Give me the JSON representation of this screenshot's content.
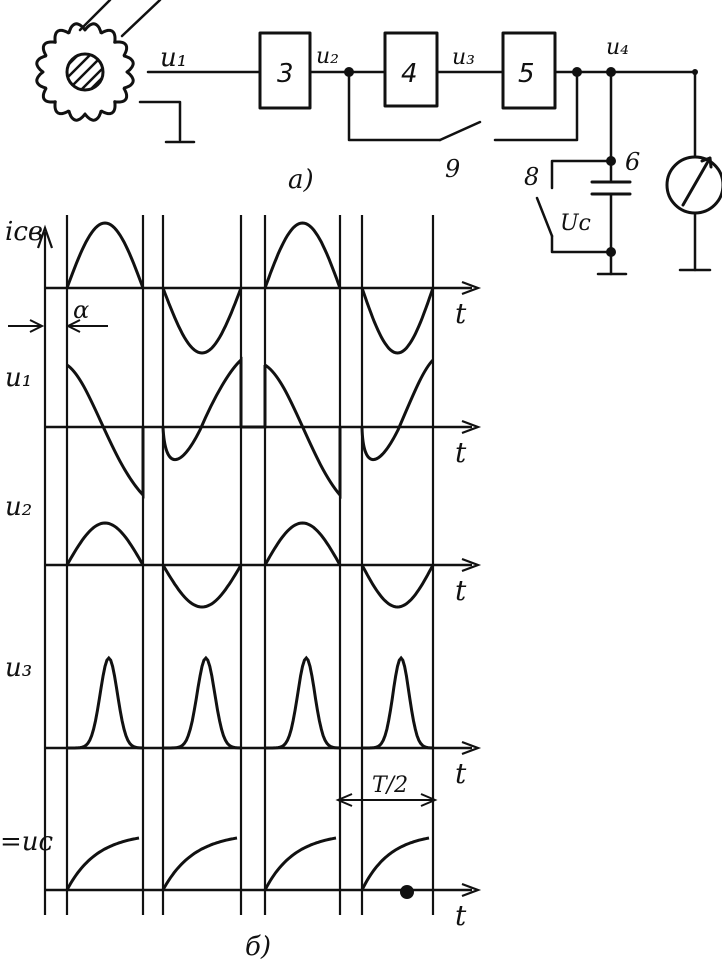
{
  "circuit": {
    "block_labels": [
      "3",
      "4",
      "5"
    ],
    "signal_labels": [
      "u₁",
      "u₂",
      "u₃",
      "u₄"
    ],
    "switch_label": "9",
    "capacitor_switch_label": "8",
    "capacitor_label": "6",
    "capacitor_voltage_label": "Uᴄ",
    "caption": "a)"
  },
  "timing": {
    "rows": [
      {
        "label": "iᴄв"
      },
      {
        "label": "u₁"
      },
      {
        "label": "u₂"
      },
      {
        "label": "u₃"
      },
      {
        "label": "=uᴄ"
      }
    ],
    "time_axis_label": "t",
    "alpha_label": "α",
    "period_label": "T/2",
    "caption": "б)"
  }
}
